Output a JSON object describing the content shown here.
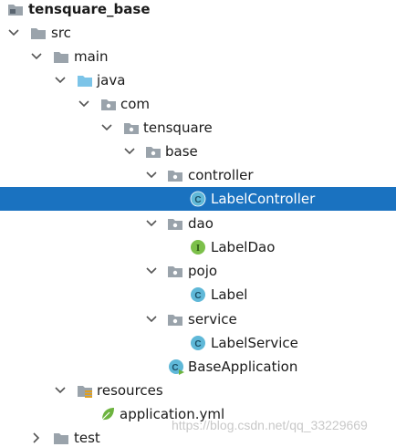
{
  "tree": {
    "root": "tensquare_base",
    "src": "src",
    "main": "main",
    "java": "java",
    "com": "com",
    "tensquare": "tensquare",
    "base": "base",
    "controller": "controller",
    "label_controller": "LabelController",
    "dao": "dao",
    "label_dao": "LabelDao",
    "pojo": "pojo",
    "label": "Label",
    "service": "service",
    "label_service": "LabelService",
    "base_application": "BaseApplication",
    "resources": "resources",
    "application_yml": "application.yml",
    "test": "test"
  },
  "icons": {
    "class_badge": "C",
    "interface_badge": "I"
  },
  "colors": {
    "selection": "#1a72c0",
    "folder": "#9aa3ab",
    "source_folder": "#7cc4e8",
    "class_icon": "#5fb8d8",
    "interface_icon": "#7cc04a",
    "spring_leaf": "#6db33f"
  },
  "watermark": "https://blog.csdn.net/qq_33229669"
}
